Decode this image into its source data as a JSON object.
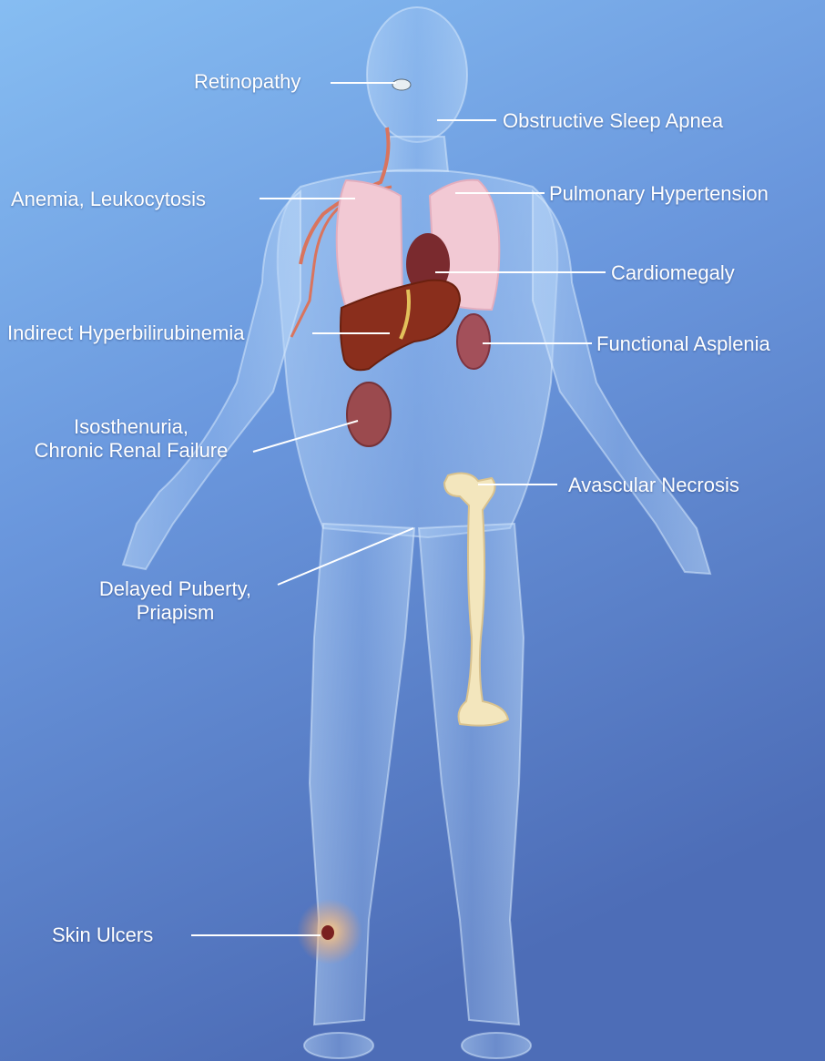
{
  "labels": {
    "retinopathy": "Retinopathy",
    "obstructive_sleep_apnea": "Obstructive Sleep Apnea",
    "anemia_leukocytosis": "Anemia, Leukocytosis",
    "pulmonary_hypertension": "Pulmonary Hypertension",
    "cardiomegaly": "Cardiomegaly",
    "indirect_hyperbilirubinemia": "Indirect Hyperbilirubinemia",
    "functional_asplenia": "Functional Asplenia",
    "isosthenuria_line1": "Isosthenuria,",
    "isosthenuria_line2": "Chronic Renal Failure",
    "avascular_necrosis": "Avascular Necrosis",
    "delayed_puberty_line1": "Delayed Puberty,",
    "delayed_puberty_line2": "Priapism",
    "skin_ulcers": "Skin Ulcers"
  },
  "colors": {
    "background_top": "#8ec3f3",
    "background_bottom": "#4f70b8",
    "body_fill": "#9fc4f2",
    "lung": "#f2c9d4",
    "liver": "#8a2e1c",
    "kidney": "#9b4a4e",
    "spleen": "#a3505a",
    "femur": "#f3e6bd",
    "artery": "#d9745e",
    "ulcer": "#f2a070"
  }
}
